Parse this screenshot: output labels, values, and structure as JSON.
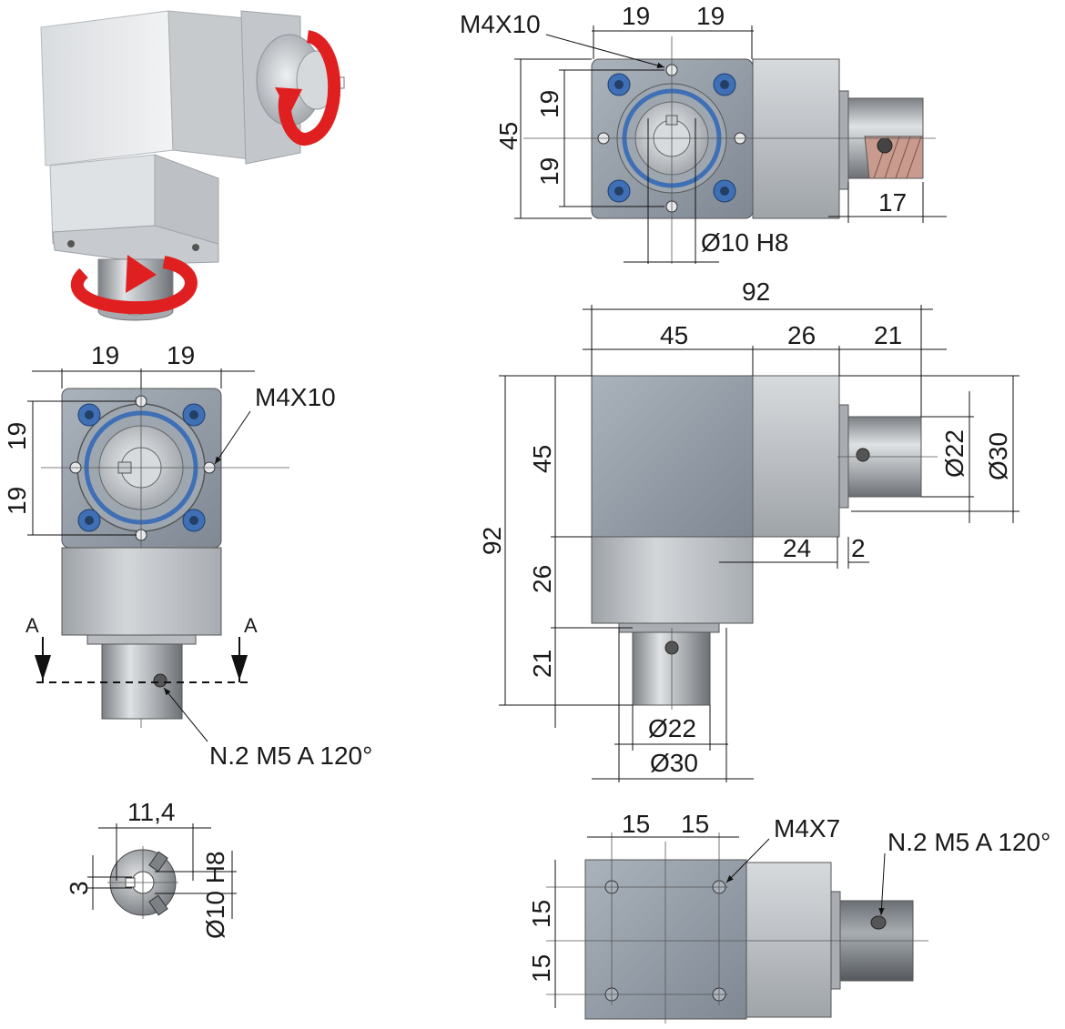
{
  "iso_view": {
    "arrow_color": "#e02020"
  },
  "front_view": {
    "dim_left_top": "19",
    "dim_right_top": "19",
    "dim_vert_upper": "19",
    "dim_vert_lower": "19",
    "thread_callout": "M4X10",
    "section_mark_left": "A",
    "section_mark_right": "A",
    "hole_callout": "N.2 M5 A 120°"
  },
  "top_view": {
    "thread_callout": "M4X10",
    "dim_left_top": "19",
    "dim_right_top": "19",
    "dim_height": "45",
    "dim_vert_upper": "19",
    "dim_vert_lower": "19",
    "dim_bore": "Ø10 H8",
    "dim_shaft_len": "17"
  },
  "side_view": {
    "dim_total_width": "92",
    "dim_width_body": "45",
    "dim_width_mid": "26",
    "dim_width_shaft": "21",
    "dim_total_height": "92",
    "dim_height_body": "45",
    "dim_height_mid": "26",
    "dim_height_shaft": "21",
    "dim_d22_right": "Ø22",
    "dim_d30_right": "Ø30",
    "dim_24": "24",
    "dim_2": "2",
    "dim_d22_bottom": "Ø22",
    "dim_d30_bottom": "Ø30"
  },
  "hub_section": {
    "dim_width": "11,4",
    "dim_key": "3",
    "dim_bore": "Ø10 H8"
  },
  "bottom_view": {
    "dim_left": "15",
    "dim_right": "15",
    "thread_callout": "M4X7",
    "dim_vert_upper": "15",
    "dim_vert_lower": "15",
    "hole_callout": "N.2 M5 A 120°"
  },
  "colors": {
    "body_gray": "#9aa3ad",
    "housing_light": "#c4c8cc",
    "screw_blue": "#3f6fb5",
    "steel": "#b8bcc0"
  }
}
